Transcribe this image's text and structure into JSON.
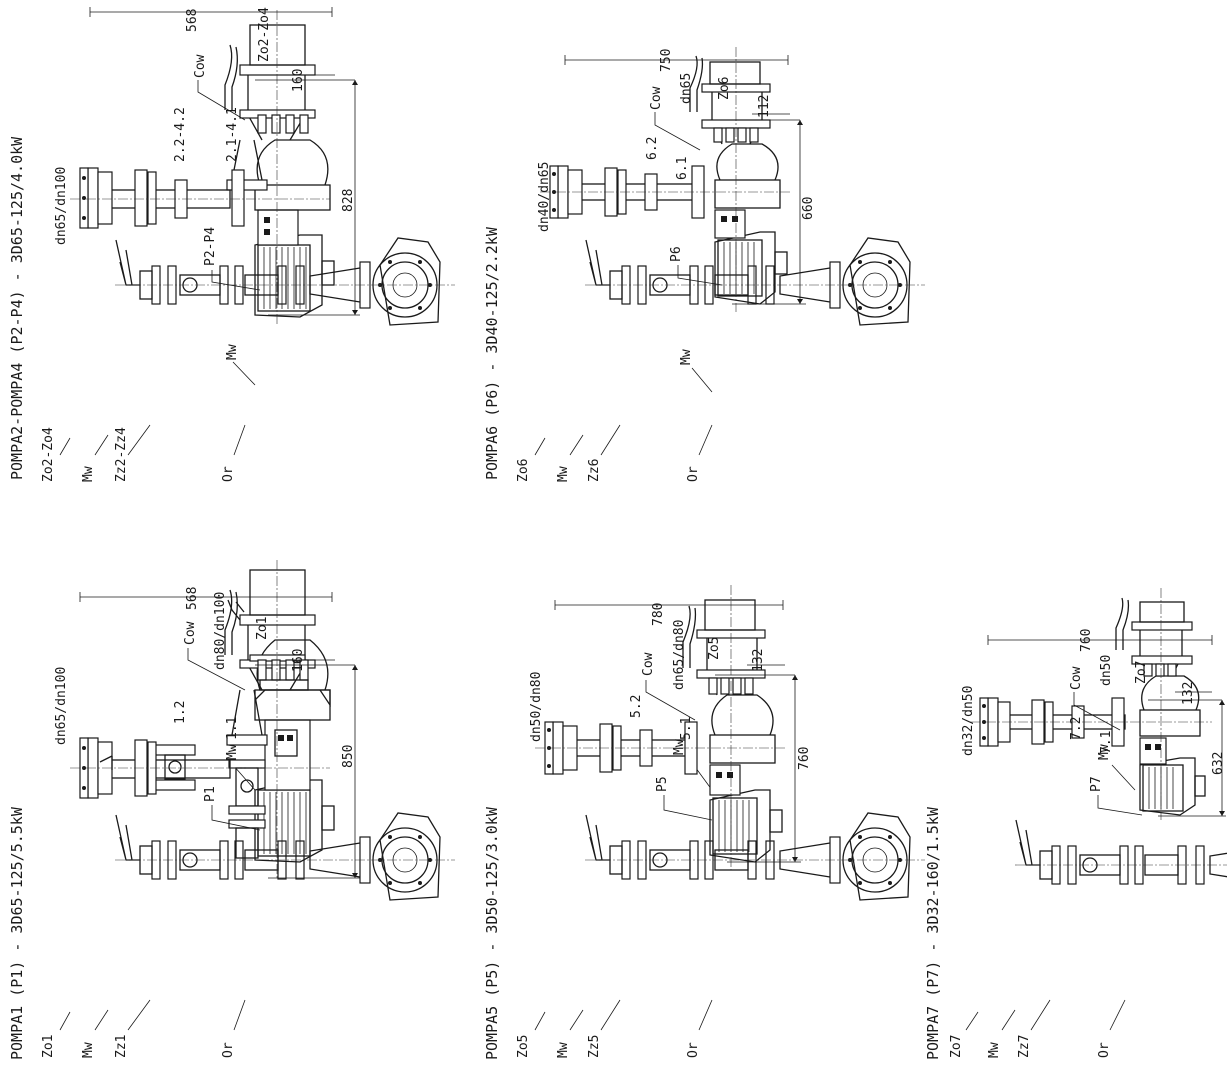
{
  "pumps": [
    {
      "id": "p1",
      "title": "POMPA1 (P1) - 3D65-125/5.5kW",
      "pipe_label": "dn65/dn100",
      "motor_label": "P1",
      "side_labels": [
        "1.2",
        "1.1"
      ],
      "cow": "Cow",
      "outlet_label": "dn80/dn100",
      "valve_label": "Zo1",
      "width_dim": "568",
      "height_dim": "850",
      "offset_dim": "160",
      "front": {
        "valve": "Zo1",
        "gauge": "Mw",
        "check": "Zz1",
        "drain": "Or",
        "gauge2": "Mw"
      }
    },
    {
      "id": "p24",
      "title": "POMPA2-POMPA4 (P2-P4) - 3D65-125/4.0kW",
      "pipe_label": "dn65/dn100",
      "motor_label": "P2-P4",
      "side_labels": [
        "2.2-4.2",
        "2.1-4.1"
      ],
      "cow": "Cow",
      "outlet_label": "",
      "valve_label": "Zo2-Zo4",
      "width_dim": "568",
      "height_dim": "828",
      "offset_dim": "160",
      "front": {
        "valve": "Zo2-Zo4",
        "gauge": "Mw",
        "check": "Zz2-Zz4",
        "drain": "Or",
        "gauge2": "Mw"
      }
    },
    {
      "id": "p5",
      "title": "POMPA5 (P5) - 3D50-125/3.0kW",
      "pipe_label": "dn50/dn80",
      "motor_label": "P5",
      "side_labels": [
        "5.2",
        "5.1"
      ],
      "cow": "Cow",
      "outlet_label": "dn65/dn80",
      "valve_label": "Zo5",
      "width_dim": "780",
      "height_dim": "760",
      "offset_dim": "132",
      "front": {
        "valve": "Zo5",
        "gauge": "Mw",
        "check": "Zz5",
        "drain": "Or",
        "gauge2": "Mw"
      }
    },
    {
      "id": "p6",
      "title": "POMPA6 (P6) - 3D40-125/2.2kW",
      "pipe_label": "dn40/dn65",
      "motor_label": "P6",
      "side_labels": [
        "6.2",
        "6.1"
      ],
      "cow": "Cow",
      "outlet_label": "dn65",
      "valve_label": "Zo6",
      "width_dim": "750",
      "height_dim": "660",
      "offset_dim": "112",
      "front": {
        "valve": "Zo6",
        "gauge": "Mw",
        "check": "Zz6",
        "drain": "Or",
        "gauge2": "Mw"
      }
    },
    {
      "id": "p7",
      "title": "POMPA7 (P7) - 3D32-160/1.5kW",
      "pipe_label": "dn32/dn50",
      "motor_label": "P7",
      "side_labels": [
        "7.2",
        "7.1"
      ],
      "cow": "Cow",
      "outlet_label": "dn50",
      "valve_label": "Zo7",
      "width_dim": "760",
      "height_dim": "632",
      "offset_dim": "132",
      "front": {
        "valve": "Zo7",
        "gauge": "Mw",
        "check": "Zz7",
        "drain": "Or",
        "gauge2": "Mw"
      }
    }
  ]
}
